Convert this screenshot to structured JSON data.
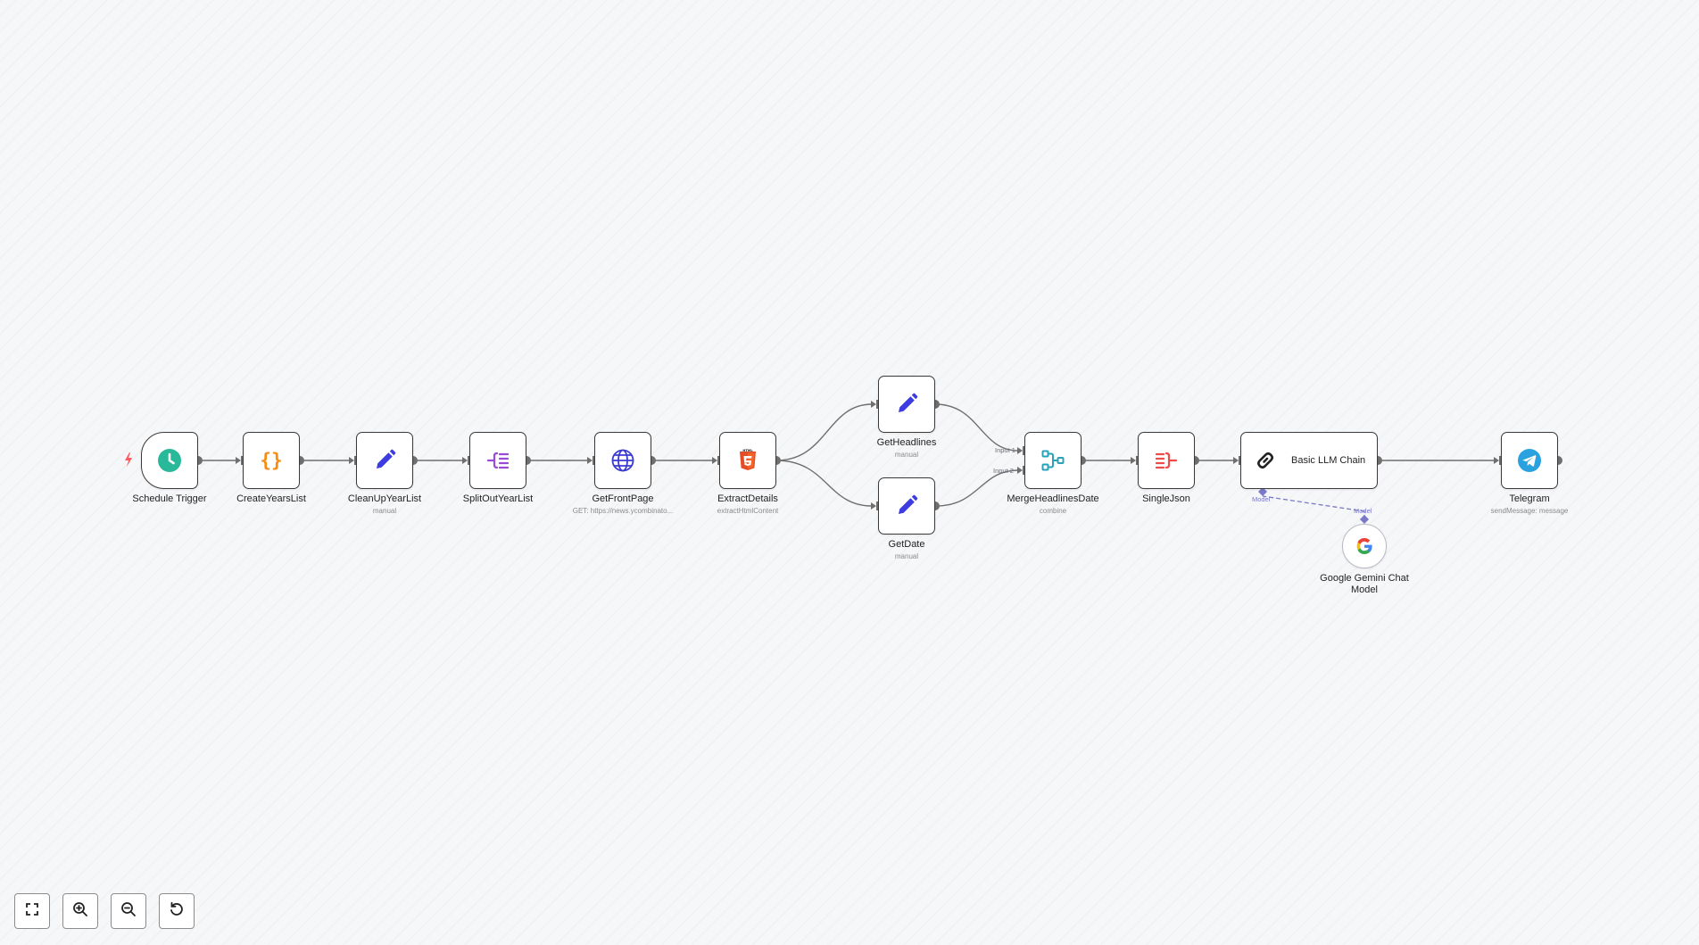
{
  "workflow": {
    "nodes": [
      {
        "id": "schedule",
        "label": "Schedule Trigger",
        "subtitle": "",
        "icon": "clock-icon",
        "color": "#29b89a"
      },
      {
        "id": "createyears",
        "label": "CreateYearsList",
        "subtitle": "",
        "icon": "code-braces-icon",
        "color": "#f58e10"
      },
      {
        "id": "cleanup",
        "label": "CleanUpYearList",
        "subtitle": "manual",
        "icon": "pencil-icon",
        "color": "#3d3ce0"
      },
      {
        "id": "splitout",
        "label": "SplitOutYearList",
        "subtitle": "",
        "icon": "split-out-icon",
        "color": "#9a4ad6"
      },
      {
        "id": "getfront",
        "label": "GetFrontPage",
        "subtitle": "GET: https://news.ycombinato...",
        "icon": "globe-icon",
        "color": "#3b3bd1"
      },
      {
        "id": "extract",
        "label": "ExtractDetails",
        "subtitle": "extractHtmlContent",
        "icon": "html5-icon",
        "color": "#e44d26"
      },
      {
        "id": "getheadlines",
        "label": "GetHeadlines",
        "subtitle": "manual",
        "icon": "pencil-icon",
        "color": "#3d3ce0"
      },
      {
        "id": "getdate",
        "label": "GetDate",
        "subtitle": "manual",
        "icon": "pencil-icon",
        "color": "#3d3ce0"
      },
      {
        "id": "merge",
        "label": "MergeHeadlinesDate",
        "subtitle": "combine",
        "icon": "merge-icon",
        "color": "#2aa3b8"
      },
      {
        "id": "singlejson",
        "label": "SingleJson",
        "subtitle": "",
        "icon": "aggregate-icon",
        "color": "#ee4b4b"
      },
      {
        "id": "llmchain",
        "label": "Basic LLM Chain",
        "subtitle": "",
        "icon": "link-chain-icon",
        "color": "#222222"
      },
      {
        "id": "telegram",
        "label": "Telegram",
        "subtitle": "sendMessage: message",
        "icon": "telegram-icon",
        "color": "#2aa2e0"
      },
      {
        "id": "gemini",
        "label": "Google Gemini Chat Model",
        "subtitle": "",
        "icon": "google-g-icon",
        "color": "#4285f4"
      }
    ],
    "connections": [
      {
        "from": "schedule",
        "to": "createyears"
      },
      {
        "from": "createyears",
        "to": "cleanup"
      },
      {
        "from": "cleanup",
        "to": "splitout"
      },
      {
        "from": "splitout",
        "to": "getfront"
      },
      {
        "from": "getfront",
        "to": "extract"
      },
      {
        "from": "extract",
        "to": "getheadlines"
      },
      {
        "from": "extract",
        "to": "getdate"
      },
      {
        "from": "getheadlines",
        "to": "merge",
        "input": "Input 1"
      },
      {
        "from": "getdate",
        "to": "merge",
        "input": "Input 2"
      },
      {
        "from": "merge",
        "to": "singlejson"
      },
      {
        "from": "singlejson",
        "to": "llmchain"
      },
      {
        "from": "llmchain",
        "to": "telegram"
      },
      {
        "from": "gemini",
        "to": "llmchain",
        "type": "model"
      }
    ],
    "port_labels": {
      "input1": "Input 1",
      "input2": "Input 2",
      "llm_model": "Model",
      "gemini_model": "Model"
    },
    "trigger_icon": "lightning-bolt-icon"
  },
  "controls": [
    {
      "id": "fit",
      "icon": "fit-to-view-icon"
    },
    {
      "id": "zoomin",
      "icon": "zoom-in-icon"
    },
    {
      "id": "zoomout",
      "icon": "zoom-out-icon"
    },
    {
      "id": "reset",
      "icon": "reset-zoom-icon"
    }
  ],
  "colors": {
    "edge": "#6f6f6f",
    "model_edge": "#7a78c7",
    "canvas": "#f6f7f9"
  }
}
